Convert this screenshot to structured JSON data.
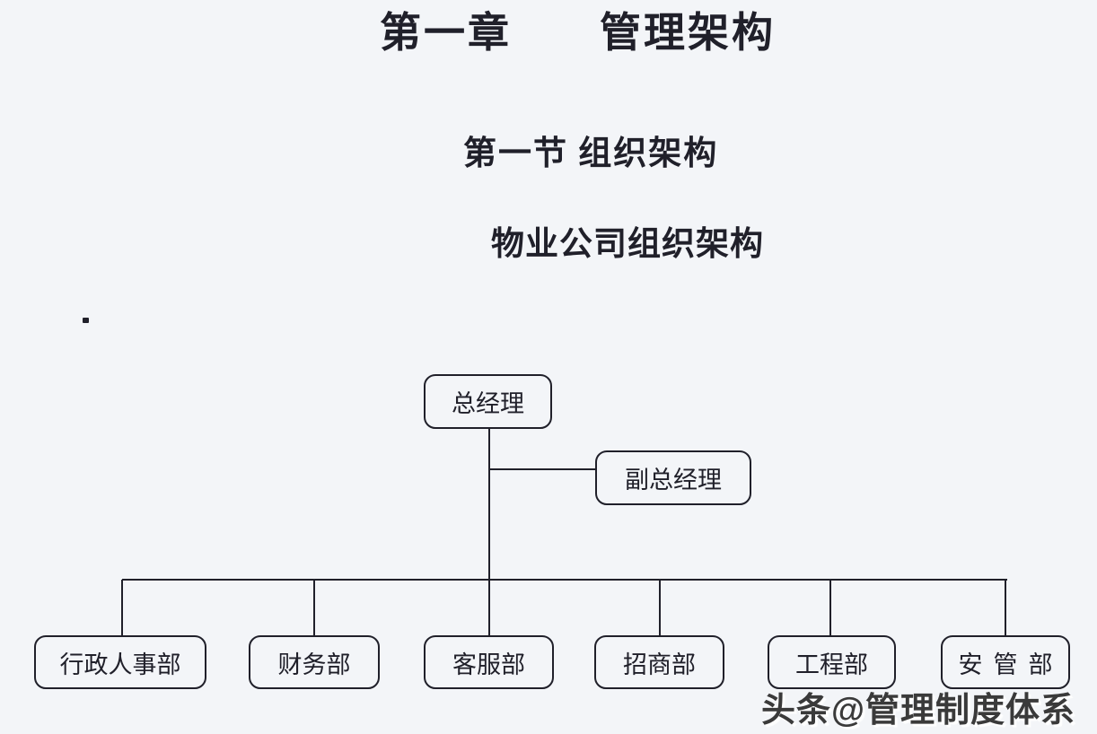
{
  "page": {
    "background_color": "#f3f5f8",
    "ink_color": "#20202a"
  },
  "document": {
    "chapter_title": "第一章　　管理架构",
    "section_title": "第一节 组织架构",
    "figure_title": "物业公司组织架构"
  },
  "org_chart": {
    "type": "org-tree",
    "root": {
      "label": "总经理"
    },
    "deputy": {
      "label": "副总经理",
      "relation": "branch from 总经理 line"
    },
    "departments": [
      {
        "label": "行政人事部"
      },
      {
        "label": "财务部"
      },
      {
        "label": "客服部"
      },
      {
        "label": "招商部"
      },
      {
        "label": "工程部"
      },
      {
        "label": "安管部"
      }
    ],
    "hierarchy_note": "总经理 at top; 副总经理 attached to vertical line; six departments on one row below"
  },
  "watermark": {
    "text": "头条@管理制度体系",
    "color": "#3a3a3a"
  }
}
